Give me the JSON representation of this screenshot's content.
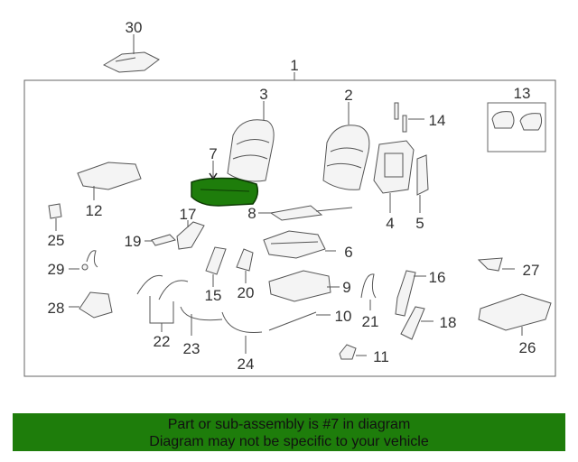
{
  "diagram": {
    "callouts": [
      "30",
      "1",
      "3",
      "2",
      "14",
      "13",
      "7",
      "12",
      "8",
      "4",
      "5",
      "25",
      "17",
      "19",
      "6",
      "29",
      "27",
      "9",
      "16",
      "15",
      "20",
      "28",
      "10",
      "21",
      "18",
      "22",
      "23",
      "26",
      "11",
      "24"
    ],
    "highlight_color": "#1e7d0b",
    "highlight_part": "7"
  },
  "caption": {
    "line1": "Part or sub-assembly is #7 in diagram",
    "line2": "Diagram may not be specific to your vehicle",
    "background": "#1e7d0b"
  }
}
